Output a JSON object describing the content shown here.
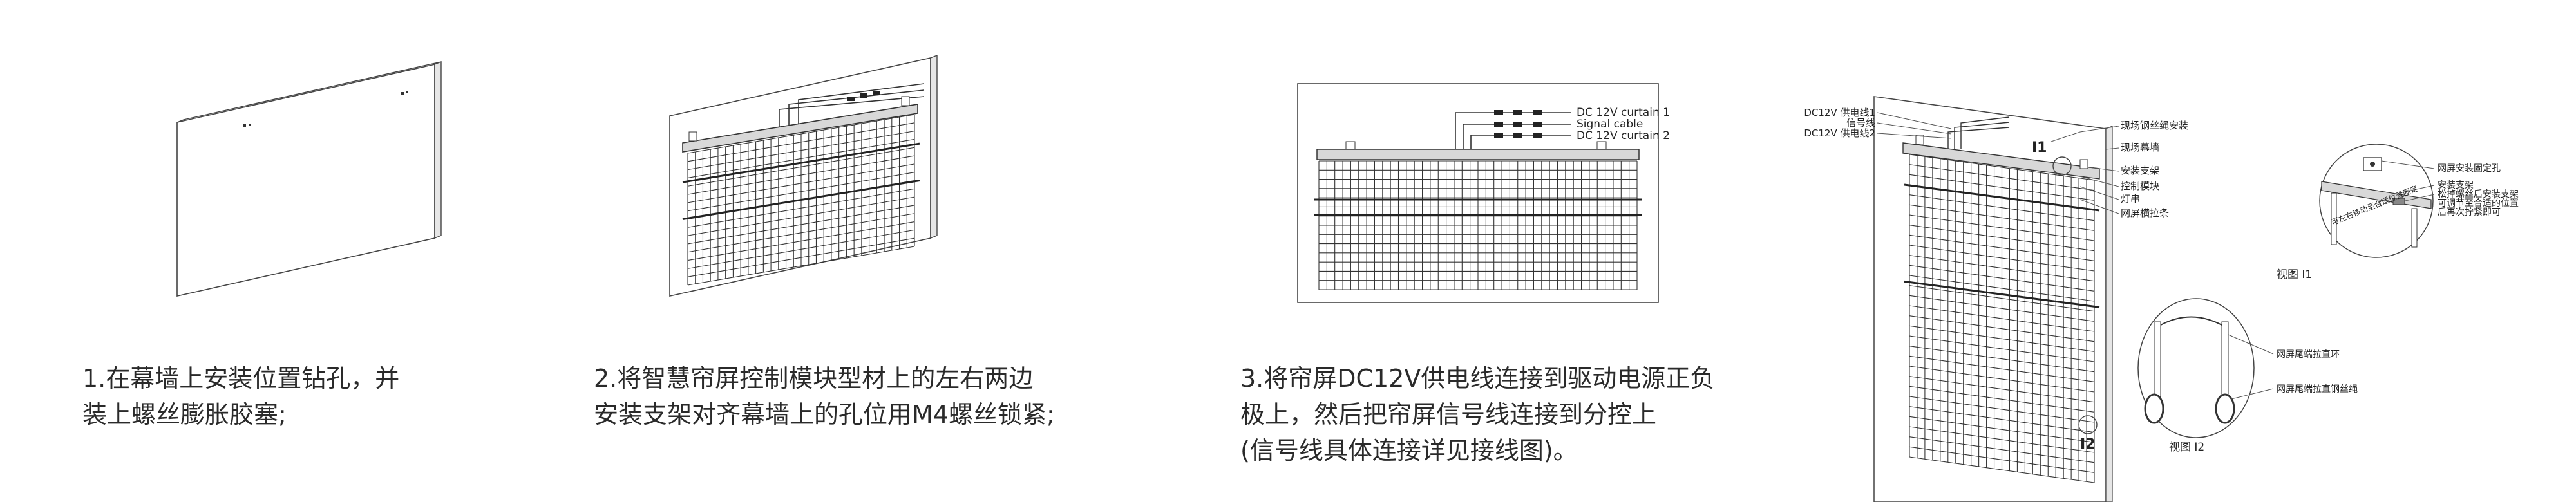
{
  "steps": [
    {
      "lines": [
        "1.在幕墙上安装位置钻孔，并",
        "装上螺丝膨胀胶塞;"
      ]
    },
    {
      "lines": [
        "2.将智慧帘屏控制模块型材上的左右两边",
        "安装支架对齐幕墙上的孔位用M4螺丝锁紧;"
      ]
    },
    {
      "lines": [
        "3.将帘屏DC12V供电线连接到驱动电源正负",
        "极上，然后把帘屏信号线连接到分控上",
        "(信号线具体连接详见接线图)。"
      ]
    }
  ],
  "panel3_labels": [
    "DC 12V curtain 1",
    "Signal cable",
    "DC 12V curtain 2"
  ],
  "panel4": {
    "left_labels": [
      "DC12V 供电线1",
      "信号线",
      "DC12V 供电线2"
    ],
    "right_labels": [
      "现场钢丝绳安装",
      "现场幕墙",
      "安装支架",
      "控制模块",
      "灯串",
      "网屏横拉条"
    ],
    "marker_i1": "I1",
    "marker_i2": "I2",
    "view_i1": {
      "labels": [
        "网屏安装固定孔",
        "安装支架",
        "松掉螺丝后安装支架",
        "可调节至合适的位置",
        "后再次拧紧即可"
      ],
      "diag_note": "可左右移动至合适位置固定",
      "title": "视图 I1"
    },
    "view_i2": {
      "labels": [
        "网屏尾端拉直环",
        "网屏尾端拉直钢丝绳"
      ],
      "title": "视图 I2"
    }
  }
}
